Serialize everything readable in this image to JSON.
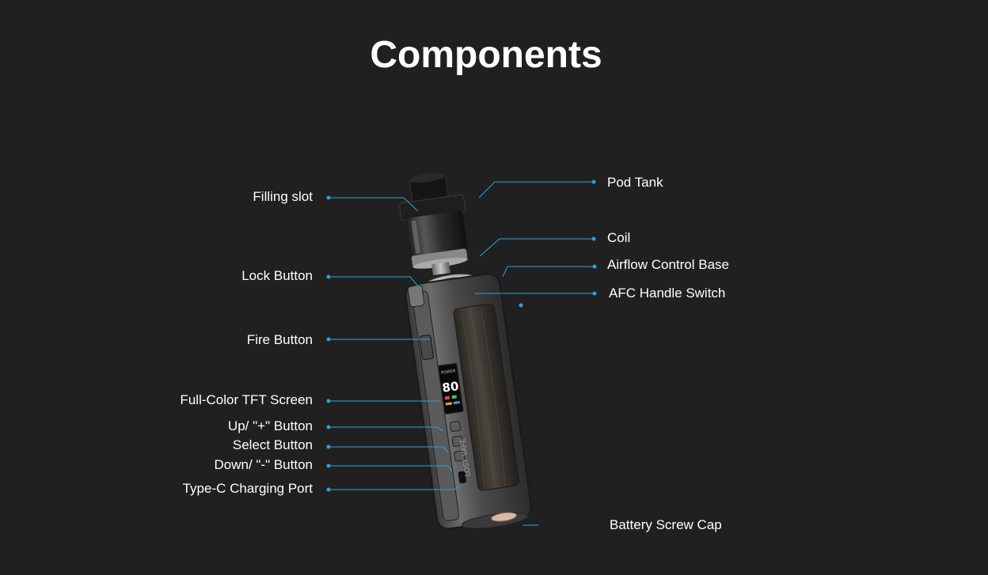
{
  "title": "Components",
  "colors": {
    "background": "#202020",
    "text": "#ffffff",
    "callout": "#2aa3dc"
  },
  "device": {
    "screen_text": {
      "mode": "POWER",
      "value": "80",
      "brand": "LOST VAPE"
    }
  },
  "labels_left": [
    "Filling slot",
    "Lock Button",
    "Fire Button",
    "Full-Color TFT Screen",
    "Up/ \"+\" Button",
    "Select Button",
    "Down/ \"-\" Button",
    "Type-C Charging Port"
  ],
  "labels_right": [
    "Pod Tank",
    "Coil",
    "Airflow Control Base",
    "AFC Handle Switch",
    "Battery Screw Cap"
  ]
}
